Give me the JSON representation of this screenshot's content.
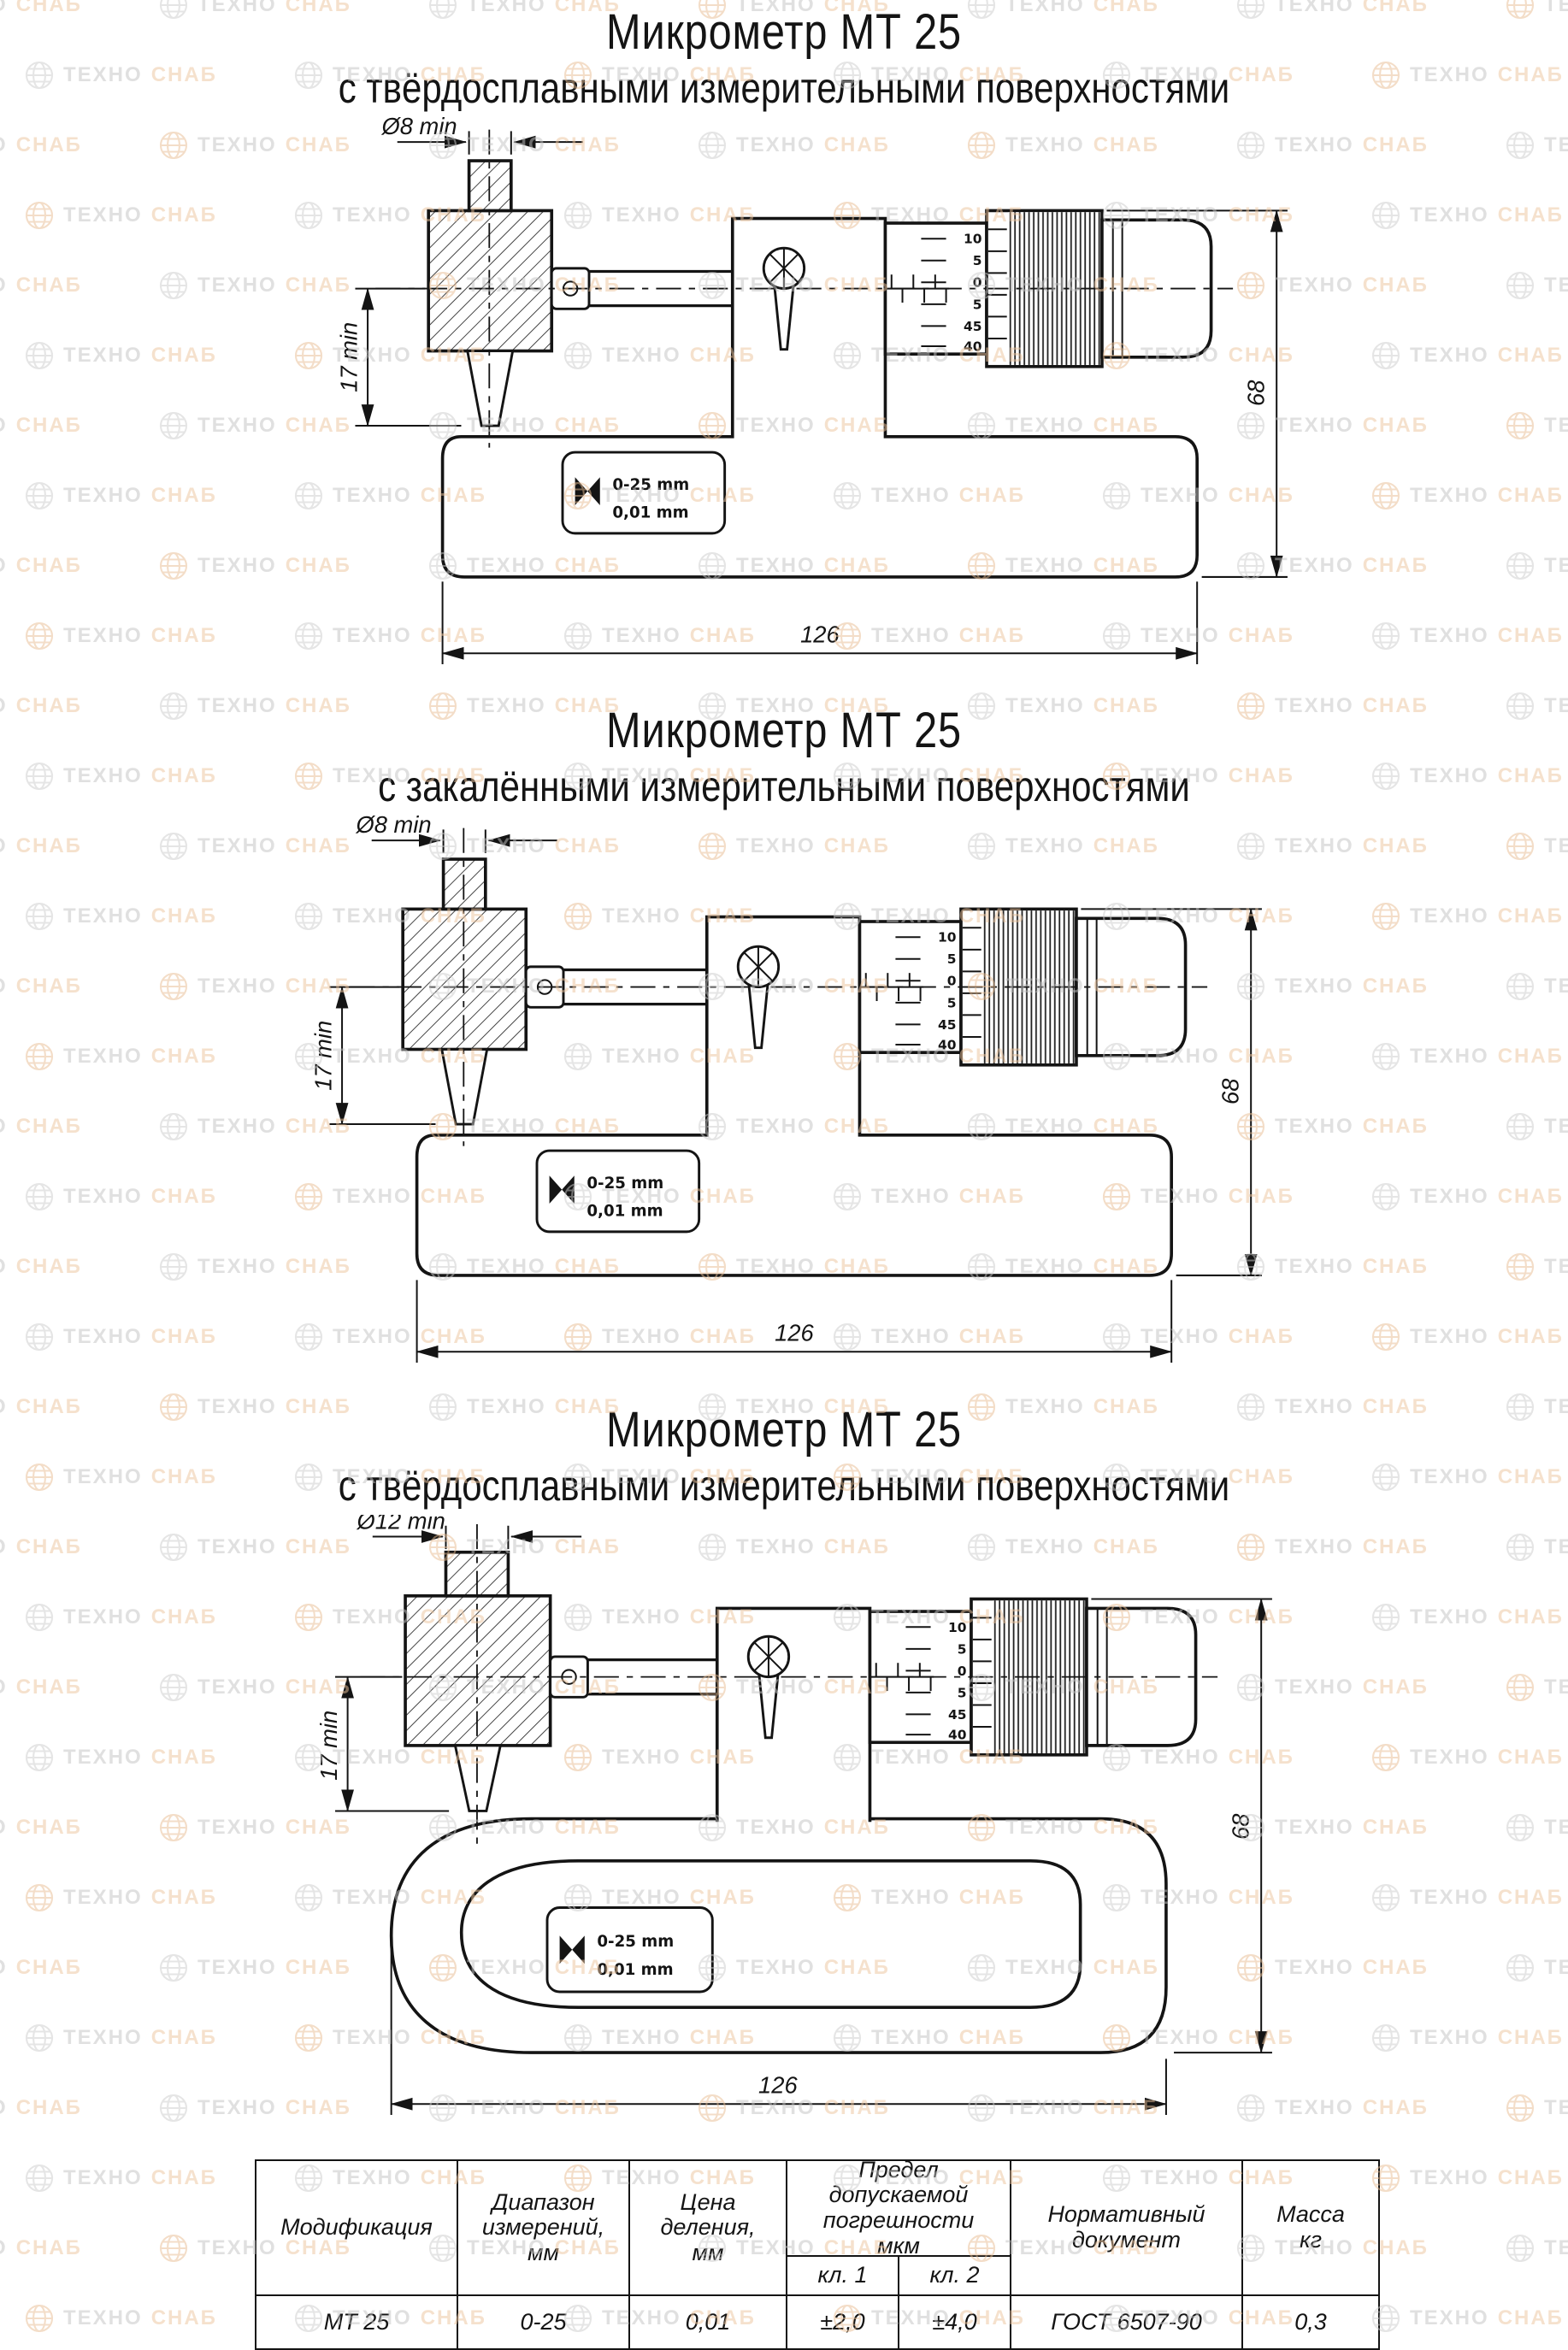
{
  "figures": [
    {
      "title1": "Микрометр МТ 25",
      "title2": "с твёрдосплавными измерительными поверхностями",
      "dims": {
        "diameter": "Ø8 min",
        "throat": "17 min",
        "length": "126",
        "height": "68"
      },
      "plate": {
        "line1": "0-25 mm",
        "line2": "0,01 mm"
      }
    },
    {
      "title1": "Микрометр МТ 25",
      "title2": "с закалёнными измерительными поверхностями",
      "dims": {
        "diameter": "Ø8 min",
        "throat": "17 min",
        "length": "126",
        "height": "68"
      },
      "plate": {
        "line1": "0-25 mm",
        "line2": "0,01 mm"
      }
    },
    {
      "title1": "Микрометр МТ 25",
      "title2": "с твёрдосплавными измерительными поверхностями",
      "dims": {
        "diameter": "Ø12 min",
        "throat": "17 min",
        "length": "126",
        "height": "68"
      },
      "plate": {
        "line1": "0-25 mm",
        "line2": "0,01 mm"
      }
    }
  ],
  "barrel_scale": [
    "10",
    "5",
    "0",
    "5",
    "45",
    "40"
  ],
  "table": {
    "headers": {
      "modification": "Модификация",
      "range": "Диапазон\nизмерений,\nмм",
      "division": "Цена\nделения,\nмм",
      "error": "Предел допускаемой\nпогрешности\nмкм",
      "error_class1": "кл. 1",
      "error_class2": "кл. 2",
      "document": "Нормативный\nдокумент",
      "mass": "Масса\nкг"
    },
    "row": {
      "modification": "МТ 25",
      "range": "0-25",
      "division": "0,01",
      "error_class1": "±2,0",
      "error_class2": "±4,0",
      "document": "ГОСТ 6507-90",
      "mass": "0,3"
    }
  },
  "watermark": {
    "brand": "ТЕХНО",
    "brand_accent": "СНАБ"
  }
}
